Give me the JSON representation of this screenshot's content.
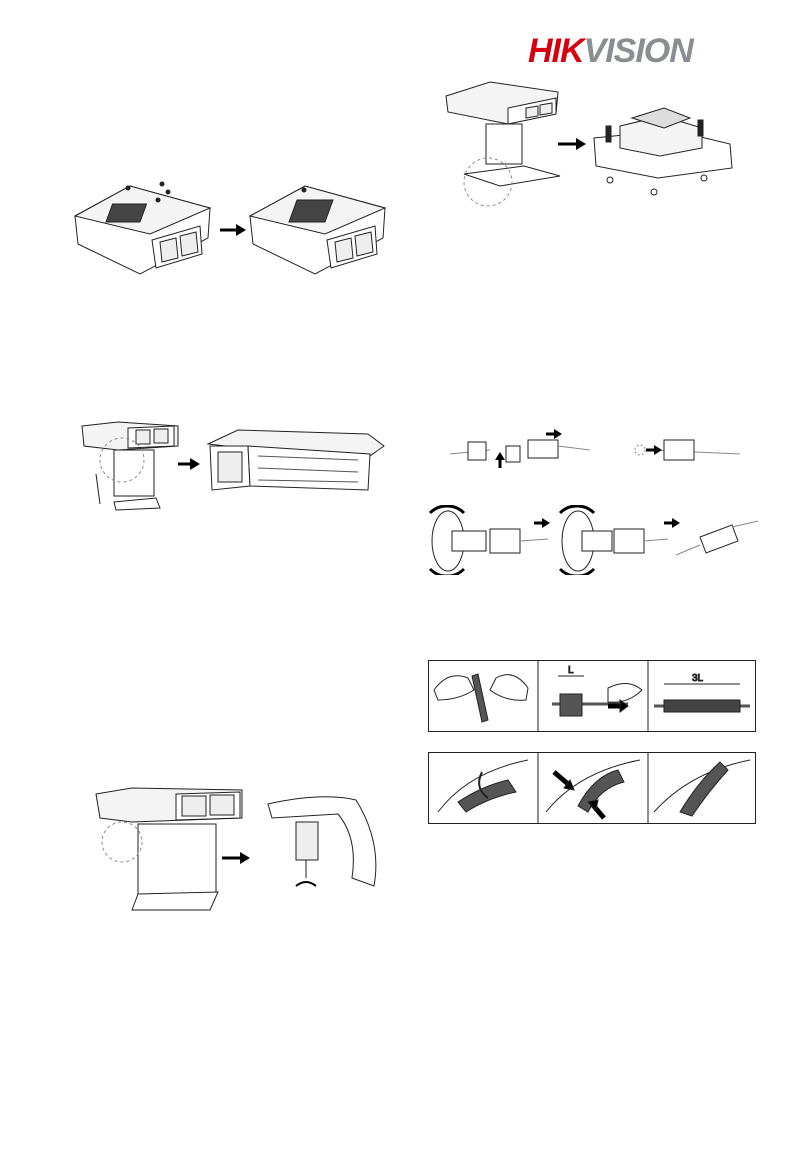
{
  "brand": {
    "logo_part1": "HIK",
    "logo_part2": "VISION",
    "logo_color": "#d7000f",
    "logo_color2": "#8a8d91"
  },
  "figures": {
    "tape_length_label": "L",
    "tape_length_triple_label": "3L"
  },
  "icons": [
    "arrow-right-icon",
    "arrow-up-icon",
    "rotate-icon"
  ]
}
